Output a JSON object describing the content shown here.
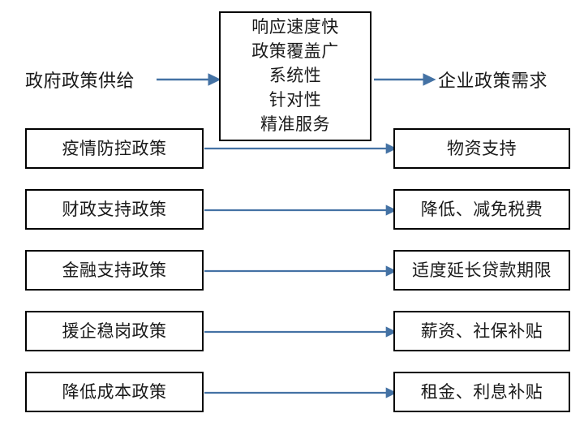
{
  "diagram": {
    "title_flow": {
      "supply_label": "政府政策供给",
      "demand_label": "企业政策需求"
    },
    "center_box": {
      "name": "policy-attributes-box",
      "lines": [
        "响应速度快",
        "政策覆盖广",
        "系统性",
        "针对性",
        "精准服务"
      ]
    },
    "rows": [
      {
        "left": "疫情防控政策",
        "right": "物资支持"
      },
      {
        "left": "财政支持政策",
        "right": "降低、减免税费"
      },
      {
        "left": "金融支持政策",
        "right": "适度延长贷款期限"
      },
      {
        "left": "援企稳岗政策",
        "right": "薪资、社保补贴"
      },
      {
        "left": "降低成本政策",
        "right": "租金、利息补贴"
      }
    ],
    "colors": {
      "arrow": "#4472A4",
      "box_border": "#000000",
      "text": "#1a1a1a",
      "background": "#ffffff"
    },
    "arrows": [
      {
        "name": "arrow-supply-to-center",
        "from": "政府政策供给",
        "to": "响应速度快"
      },
      {
        "name": "arrow-center-to-demand",
        "from": "精准服务",
        "to": "企业政策需求"
      },
      {
        "name": "arrow-row-1",
        "from": "疫情防控政策",
        "to": "物资支持"
      },
      {
        "name": "arrow-row-2",
        "from": "财政支持政策",
        "to": "降低、减免税费"
      },
      {
        "name": "arrow-row-3",
        "from": "金融支持政策",
        "to": "适度延长贷款期限"
      },
      {
        "name": "arrow-row-4",
        "from": "援企稳岗政策",
        "to": "薪资、社保补贴"
      },
      {
        "name": "arrow-row-5",
        "from": "降低成本政策",
        "to": "租金、利息补贴"
      }
    ]
  }
}
